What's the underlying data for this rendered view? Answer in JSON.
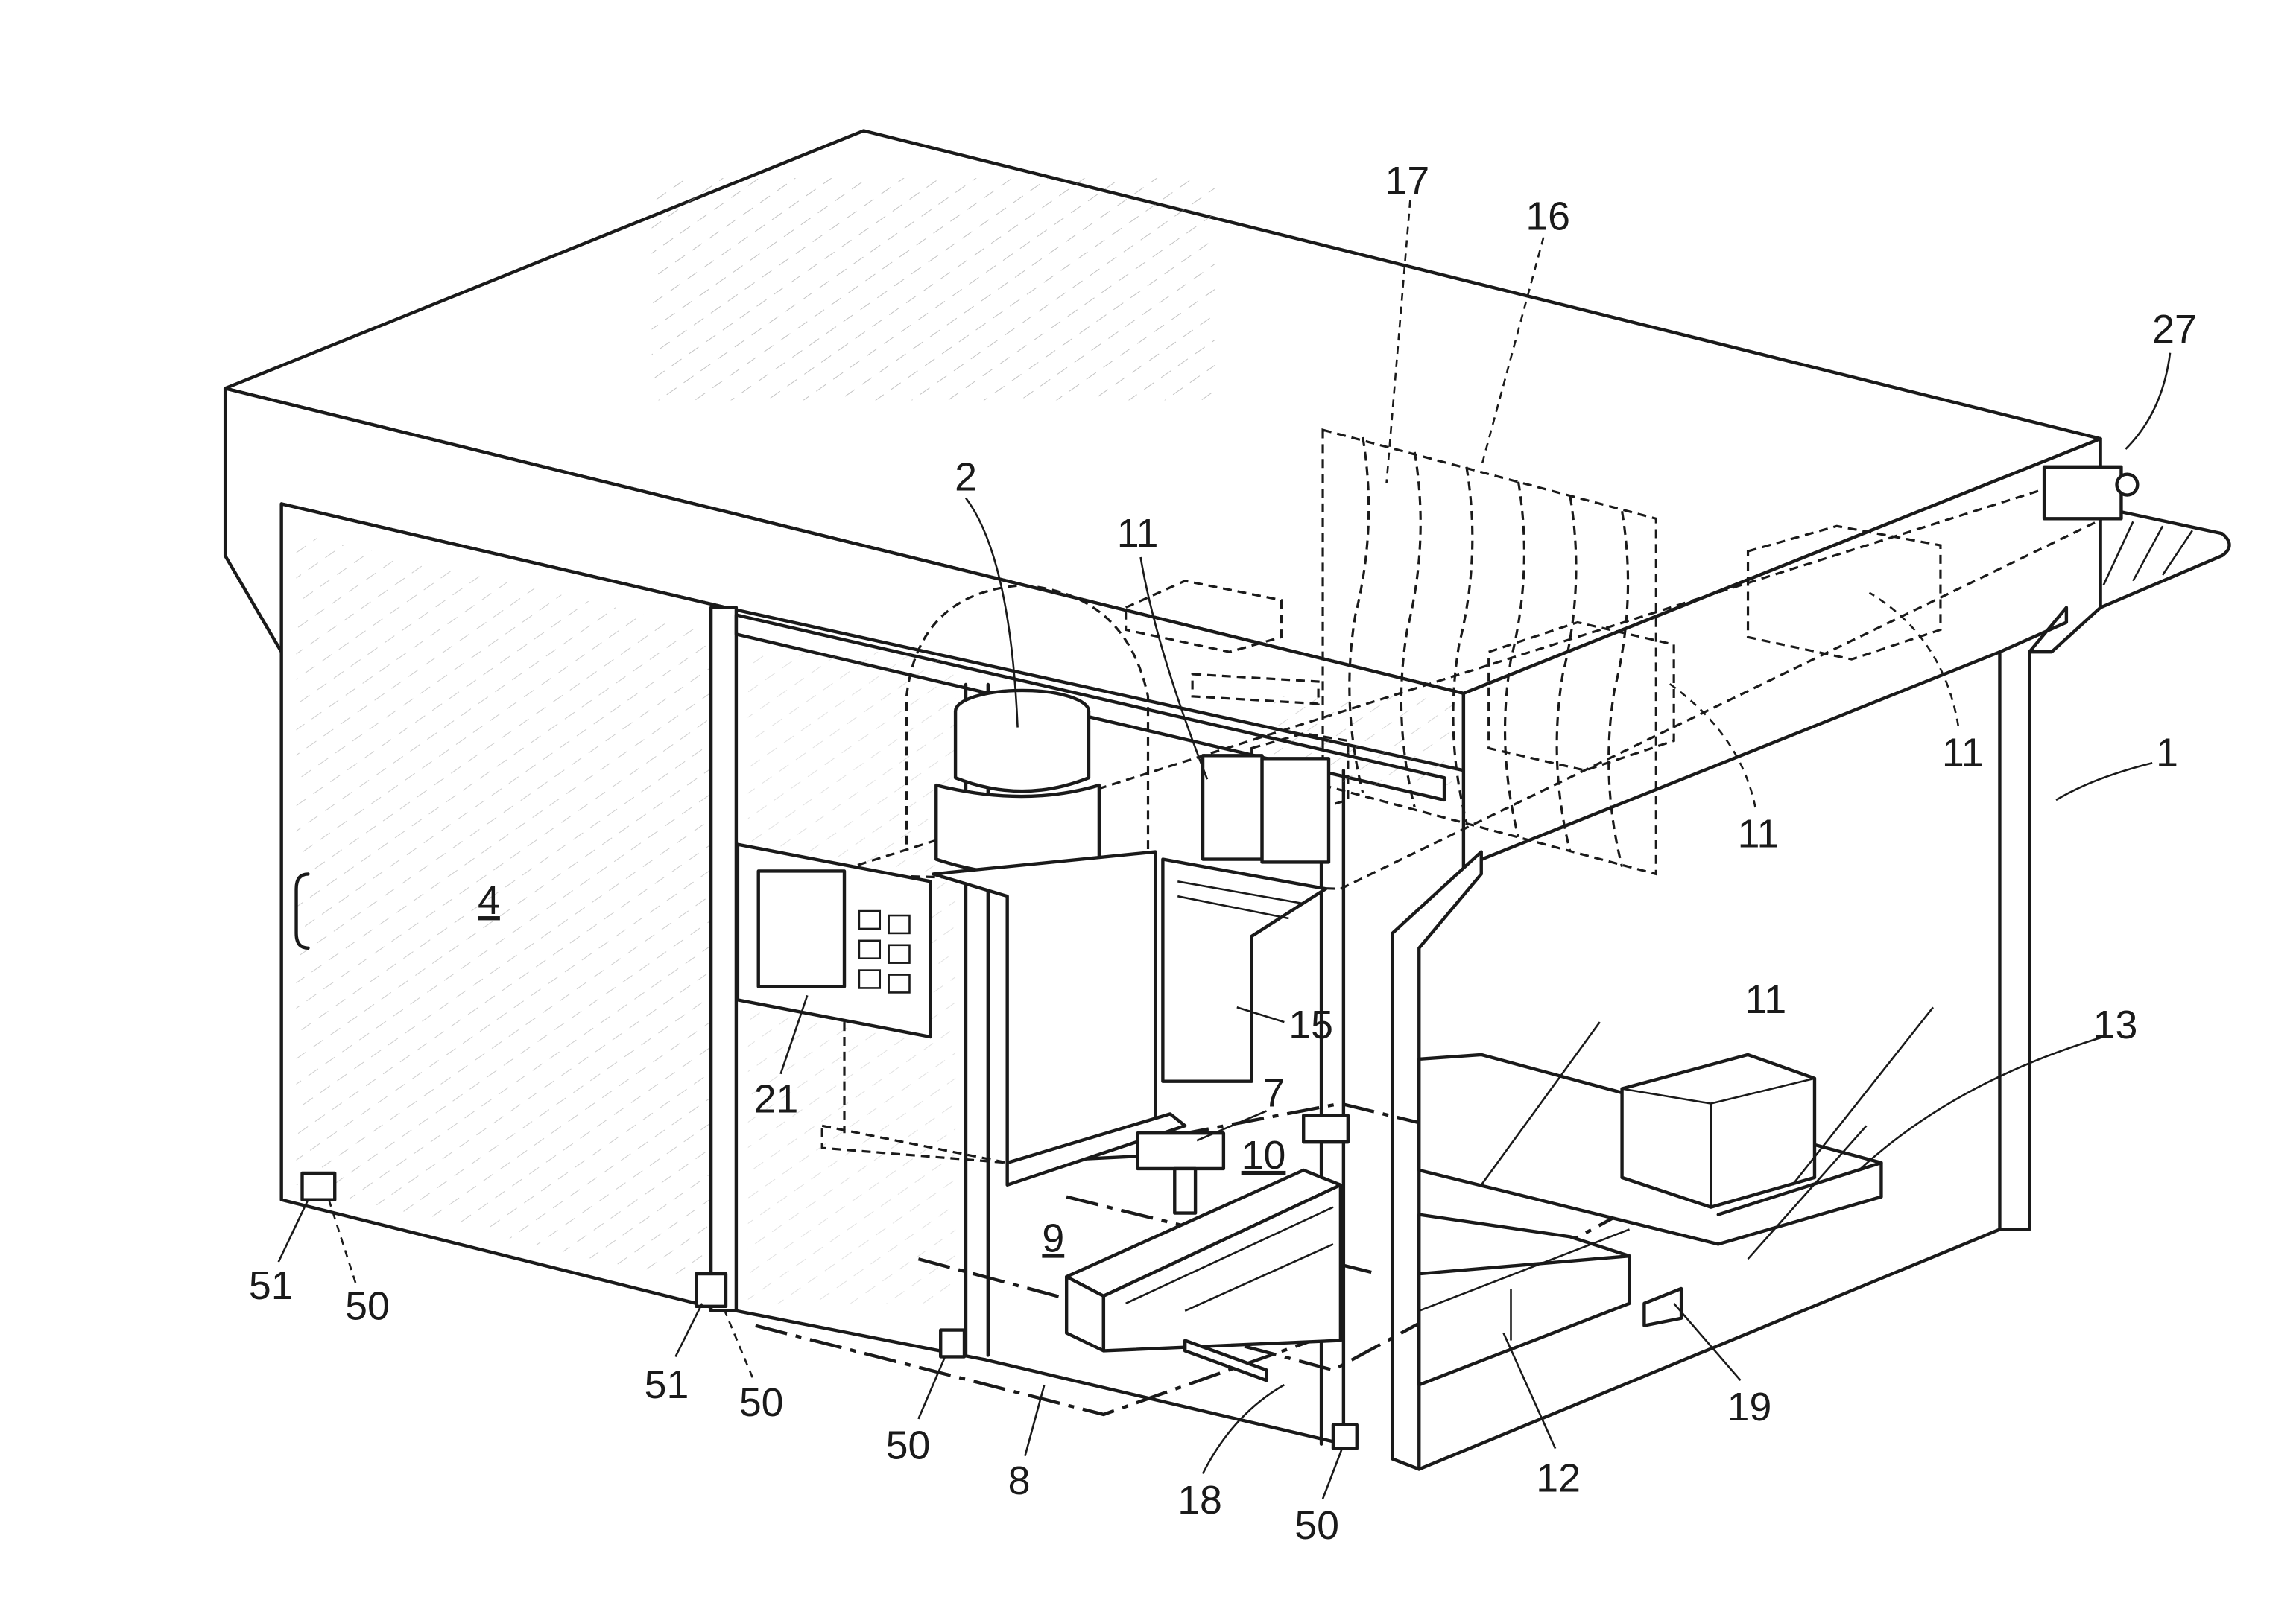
{
  "figure": {
    "type": "patent-perspective-drawing",
    "reference_numerals": {
      "enclosure": "1",
      "robot": "2",
      "door": "4",
      "sensor_7": "7",
      "zone_8": "8",
      "zone_9": "9",
      "zone_10": "10",
      "package_top_a": "11",
      "package_top_b": "11",
      "package_top_c": "11",
      "package_floor": "11",
      "pallet": "12",
      "conveyor_13": "13",
      "gripper_15": "15",
      "light_curtain_16": "16",
      "light_curtain_17": "17",
      "pallet_station": "18",
      "rail_19": "19",
      "control_panel": "21",
      "conveyor_27": "27",
      "sensor_50_a": "50",
      "sensor_50_b": "50",
      "sensor_50_c": "50",
      "sensor_50_d": "50",
      "sensor_51_a": "51",
      "sensor_51_b": "51"
    }
  }
}
